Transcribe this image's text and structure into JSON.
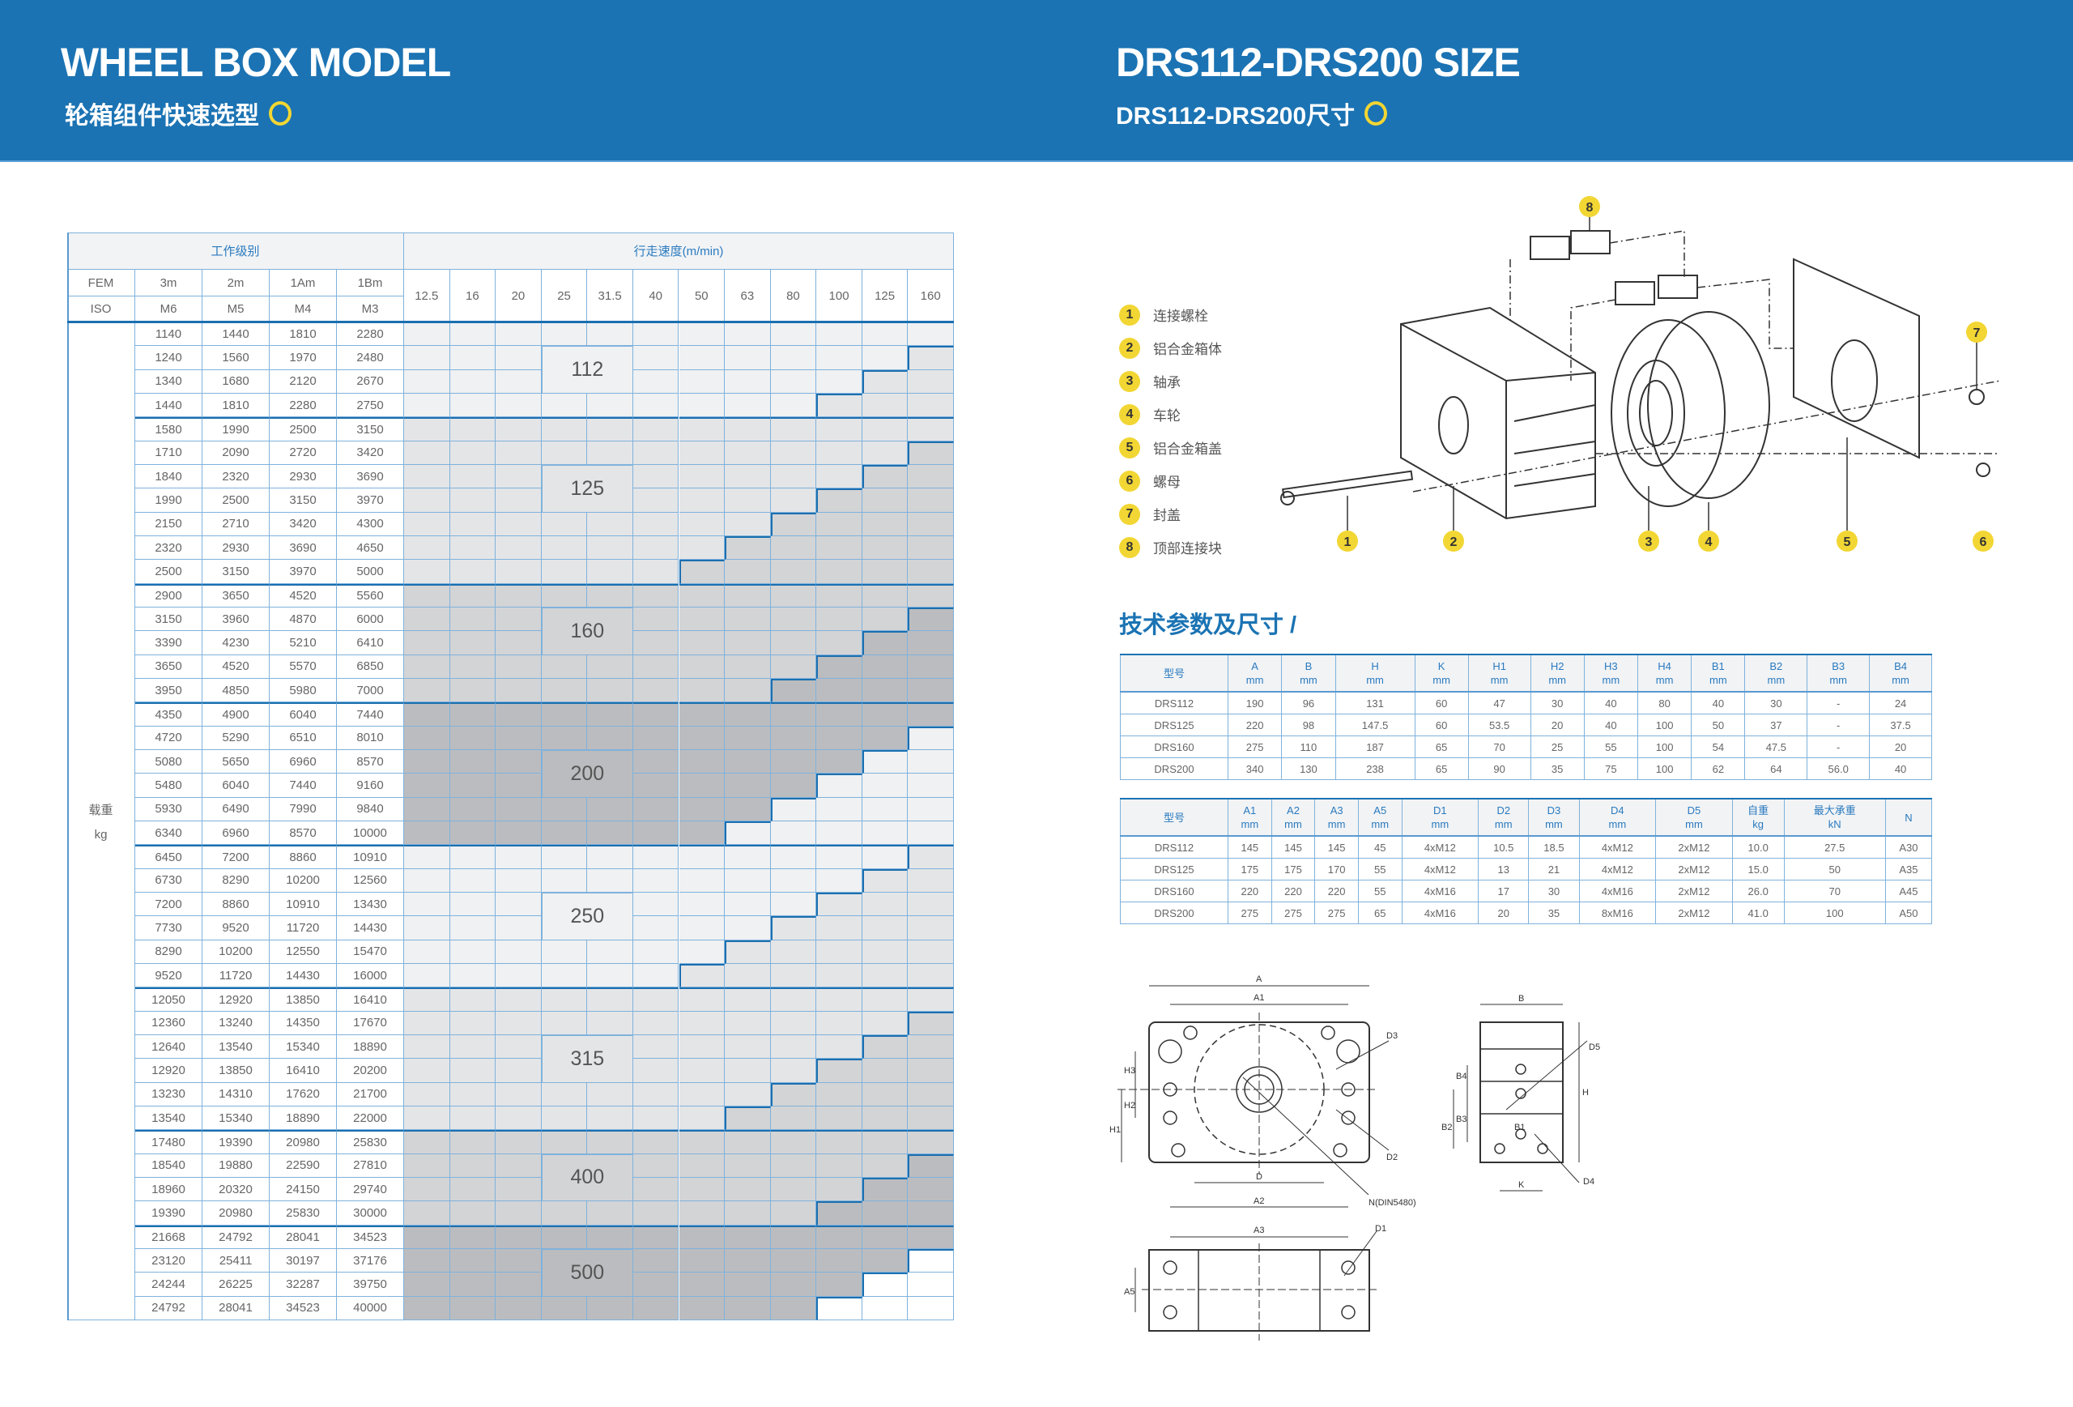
{
  "header": {
    "left_title": "WHEEL BOX MODEL",
    "left_subtitle": "轮箱组件快速选型",
    "right_title": "DRS112-DRS200 SIZE",
    "right_subtitle": "DRS112-DRS200尺寸"
  },
  "colors": {
    "brand_blue": "#1b73b3",
    "accent_yellow": "#f2d633"
  },
  "selection_table": {
    "duty_header": "工作级别",
    "speed_header": "行走速度(m/min)",
    "fem_label": "FEM",
    "iso_label": "ISO",
    "fem_classes": [
      "3m",
      "2m",
      "1Am",
      "1Bm"
    ],
    "iso_classes": [
      "M6",
      "M5",
      "M4",
      "M3"
    ],
    "load_label": "载重",
    "load_unit": "kg",
    "speeds": [
      "12.5",
      "16",
      "20",
      "25",
      "31.5",
      "40",
      "50",
      "63",
      "80",
      "100",
      "125",
      "160"
    ],
    "size_shades": {
      "112": "#eff1f3",
      "125": "#e4e5e7",
      "160": "#d3d4d6",
      "200": "#bbbcbf",
      "250": "#eff1f3",
      "315": "#e4e5e7",
      "400": "#d3d4d6",
      "500": "#bbbcbf",
      "none": "#ffffff"
    },
    "groups": [
      {
        "size": "112",
        "next": "125",
        "rows": [
          {
            "loads": [
              "1140",
              "1440",
              "1810",
              "2280"
            ],
            "upgrade_from_speed": null
          },
          {
            "loads": [
              "1240",
              "1560",
              "1970",
              "2480"
            ],
            "upgrade_from_speed": "160"
          },
          {
            "loads": [
              "1340",
              "1680",
              "2120",
              "2670"
            ],
            "upgrade_from_speed": "125"
          },
          {
            "loads": [
              "1440",
              "1810",
              "2280",
              "2750"
            ],
            "upgrade_from_speed": "100"
          }
        ]
      },
      {
        "size": "125",
        "next": "160",
        "rows": [
          {
            "loads": [
              "1580",
              "1990",
              "2500",
              "3150"
            ],
            "upgrade_from_speed": null
          },
          {
            "loads": [
              "1710",
              "2090",
              "2720",
              "3420"
            ],
            "upgrade_from_speed": "160"
          },
          {
            "loads": [
              "1840",
              "2320",
              "2930",
              "3690"
            ],
            "upgrade_from_speed": "125"
          },
          {
            "loads": [
              "1990",
              "2500",
              "3150",
              "3970"
            ],
            "upgrade_from_speed": "100"
          },
          {
            "loads": [
              "2150",
              "2710",
              "3420",
              "4300"
            ],
            "upgrade_from_speed": "80"
          },
          {
            "loads": [
              "2320",
              "2930",
              "3690",
              "4650"
            ],
            "upgrade_from_speed": "63"
          },
          {
            "loads": [
              "2500",
              "3150",
              "3970",
              "5000"
            ],
            "upgrade_from_speed": "50"
          }
        ]
      },
      {
        "size": "160",
        "next": "200",
        "rows": [
          {
            "loads": [
              "2900",
              "3650",
              "4520",
              "5560"
            ],
            "upgrade_from_speed": null
          },
          {
            "loads": [
              "3150",
              "3960",
              "4870",
              "6000"
            ],
            "upgrade_from_speed": "160"
          },
          {
            "loads": [
              "3390",
              "4230",
              "5210",
              "6410"
            ],
            "upgrade_from_speed": "125"
          },
          {
            "loads": [
              "3650",
              "4520",
              "5570",
              "6850"
            ],
            "upgrade_from_speed": "100"
          },
          {
            "loads": [
              "3950",
              "4850",
              "5980",
              "7000"
            ],
            "upgrade_from_speed": "80"
          }
        ]
      },
      {
        "size": "200",
        "next": "250",
        "rows": [
          {
            "loads": [
              "4350",
              "4900",
              "6040",
              "7440"
            ],
            "upgrade_from_speed": null
          },
          {
            "loads": [
              "4720",
              "5290",
              "6510",
              "8010"
            ],
            "upgrade_from_speed": "160"
          },
          {
            "loads": [
              "5080",
              "5650",
              "6960",
              "8570"
            ],
            "upgrade_from_speed": "125"
          },
          {
            "loads": [
              "5480",
              "6040",
              "7440",
              "9160"
            ],
            "upgrade_from_speed": "100"
          },
          {
            "loads": [
              "5930",
              "6490",
              "7990",
              "9840"
            ],
            "upgrade_from_speed": "80"
          },
          {
            "loads": [
              "6340",
              "6960",
              "8570",
              "10000"
            ],
            "upgrade_from_speed": "63"
          }
        ]
      },
      {
        "size": "250",
        "next": "315",
        "rows": [
          {
            "loads": [
              "6450",
              "7200",
              "8860",
              "10910"
            ],
            "upgrade_from_speed": "160"
          },
          {
            "loads": [
              "6730",
              "8290",
              "10200",
              "12560"
            ],
            "upgrade_from_speed": "125"
          },
          {
            "loads": [
              "7200",
              "8860",
              "10910",
              "13430"
            ],
            "upgrade_from_speed": "100"
          },
          {
            "loads": [
              "7730",
              "9520",
              "11720",
              "14430"
            ],
            "upgrade_from_speed": "80"
          },
          {
            "loads": [
              "8290",
              "10200",
              "12550",
              "15470"
            ],
            "upgrade_from_speed": "63"
          },
          {
            "loads": [
              "9520",
              "11720",
              "14430",
              "16000"
            ],
            "upgrade_from_speed": "50"
          }
        ]
      },
      {
        "size": "315",
        "next": "400",
        "rows": [
          {
            "loads": [
              "12050",
              "12920",
              "13850",
              "16410"
            ],
            "upgrade_from_speed": null
          },
          {
            "loads": [
              "12360",
              "13240",
              "14350",
              "17670"
            ],
            "upgrade_from_speed": "160"
          },
          {
            "loads": [
              "12640",
              "13540",
              "15340",
              "18890"
            ],
            "upgrade_from_speed": "125"
          },
          {
            "loads": [
              "12920",
              "13850",
              "16410",
              "20200"
            ],
            "upgrade_from_speed": "100"
          },
          {
            "loads": [
              "13230",
              "14310",
              "17620",
              "21700"
            ],
            "upgrade_from_speed": "80"
          },
          {
            "loads": [
              "13540",
              "15340",
              "18890",
              "22000"
            ],
            "upgrade_from_speed": "63"
          }
        ]
      },
      {
        "size": "400",
        "next": "500",
        "rows": [
          {
            "loads": [
              "17480",
              "19390",
              "20980",
              "25830"
            ],
            "upgrade_from_speed": null
          },
          {
            "loads": [
              "18540",
              "19880",
              "22590",
              "27810"
            ],
            "upgrade_from_speed": "160"
          },
          {
            "loads": [
              "18960",
              "20320",
              "24150",
              "29740"
            ],
            "upgrade_from_speed": "125"
          },
          {
            "loads": [
              "19390",
              "20980",
              "25830",
              "30000"
            ],
            "upgrade_from_speed": "100"
          }
        ]
      },
      {
        "size": "500",
        "next": "none",
        "rows": [
          {
            "loads": [
              "21668",
              "24792",
              "28041",
              "34523"
            ],
            "upgrade_from_speed": null
          },
          {
            "loads": [
              "23120",
              "25411",
              "30197",
              "37176"
            ],
            "upgrade_from_speed": "160"
          },
          {
            "loads": [
              "24244",
              "26225",
              "32287",
              "39750"
            ],
            "upgrade_from_speed": "125"
          },
          {
            "loads": [
              "24792",
              "28041",
              "34523",
              "40000"
            ],
            "upgrade_from_speed": "100"
          }
        ]
      }
    ]
  },
  "parts_legend": [
    {
      "num": "1",
      "label": "连接螺栓"
    },
    {
      "num": "2",
      "label": "铝合金箱体"
    },
    {
      "num": "3",
      "label": "轴承"
    },
    {
      "num": "4",
      "label": "车轮"
    },
    {
      "num": "5",
      "label": "铝合金箱盖"
    },
    {
      "num": "6",
      "label": "螺母"
    },
    {
      "num": "7",
      "label": "封盖"
    },
    {
      "num": "8",
      "label": "顶部连接块"
    }
  ],
  "specs_title": "技术参数及尺寸 /",
  "spec_table_1": {
    "model_header": "型号",
    "columns": [
      [
        "A",
        "mm"
      ],
      [
        "B",
        "mm"
      ],
      [
        "H",
        "mm"
      ],
      [
        "K",
        "mm"
      ],
      [
        "H1",
        "mm"
      ],
      [
        "H2",
        "mm"
      ],
      [
        "H3",
        "mm"
      ],
      [
        "H4",
        "mm"
      ],
      [
        "B1",
        "mm"
      ],
      [
        "B2",
        "mm"
      ],
      [
        "B3",
        "mm"
      ],
      [
        "B4",
        "mm"
      ]
    ],
    "rows": [
      [
        "DRS112",
        "190",
        "96",
        "131",
        "60",
        "47",
        "30",
        "40",
        "80",
        "40",
        "30",
        "-",
        "24"
      ],
      [
        "DRS125",
        "220",
        "98",
        "147.5",
        "60",
        "53.5",
        "20",
        "40",
        "100",
        "50",
        "37",
        "-",
        "37.5"
      ],
      [
        "DRS160",
        "275",
        "110",
        "187",
        "65",
        "70",
        "25",
        "55",
        "100",
        "54",
        "47.5",
        "-",
        "20"
      ],
      [
        "DRS200",
        "340",
        "130",
        "238",
        "65",
        "90",
        "35",
        "75",
        "100",
        "62",
        "64",
        "56.0",
        "40"
      ]
    ]
  },
  "spec_table_2": {
    "model_header": "型号",
    "columns": [
      [
        "A1",
        "mm"
      ],
      [
        "A2",
        "mm"
      ],
      [
        "A3",
        "mm"
      ],
      [
        "A5",
        "mm"
      ],
      [
        "D1",
        "mm"
      ],
      [
        "D2",
        "mm"
      ],
      [
        "D3",
        "mm"
      ],
      [
        "D4",
        "mm"
      ],
      [
        "D5",
        "mm"
      ],
      [
        "自重",
        "kg"
      ],
      [
        "最大承重",
        "kN"
      ],
      [
        "N",
        ""
      ]
    ],
    "rows": [
      [
        "DRS112",
        "145",
        "145",
        "145",
        "45",
        "4xM12",
        "10.5",
        "18.5",
        "4xM12",
        "2xM12",
        "10.0",
        "27.5",
        "A30"
      ],
      [
        "DRS125",
        "175",
        "175",
        "170",
        "55",
        "4xM12",
        "13",
        "21",
        "4xM12",
        "2xM12",
        "15.0",
        "50",
        "A35"
      ],
      [
        "DRS160",
        "220",
        "220",
        "220",
        "55",
        "4xM16",
        "17",
        "30",
        "4xM16",
        "2xM12",
        "26.0",
        "70",
        "A45"
      ],
      [
        "DRS200",
        "275",
        "275",
        "275",
        "65",
        "4xM16",
        "20",
        "35",
        "8xM16",
        "2xM12",
        "41.0",
        "100",
        "A50"
      ]
    ]
  },
  "drawing_labels": {
    "A": "A",
    "A1": "A1",
    "A2": "A2",
    "A3": "A3",
    "A5": "A5",
    "D": "D",
    "D1": "D1",
    "D2": "D2",
    "D3": "D3",
    "D4": "D4",
    "D5": "D5",
    "H": "H",
    "H1": "H1",
    "H2": "H2",
    "H3": "H3",
    "B": "B",
    "B1": "B1",
    "B2": "B2",
    "B3": "B3",
    "B4": "B4",
    "K": "K",
    "N": "N(DIN5480)"
  }
}
